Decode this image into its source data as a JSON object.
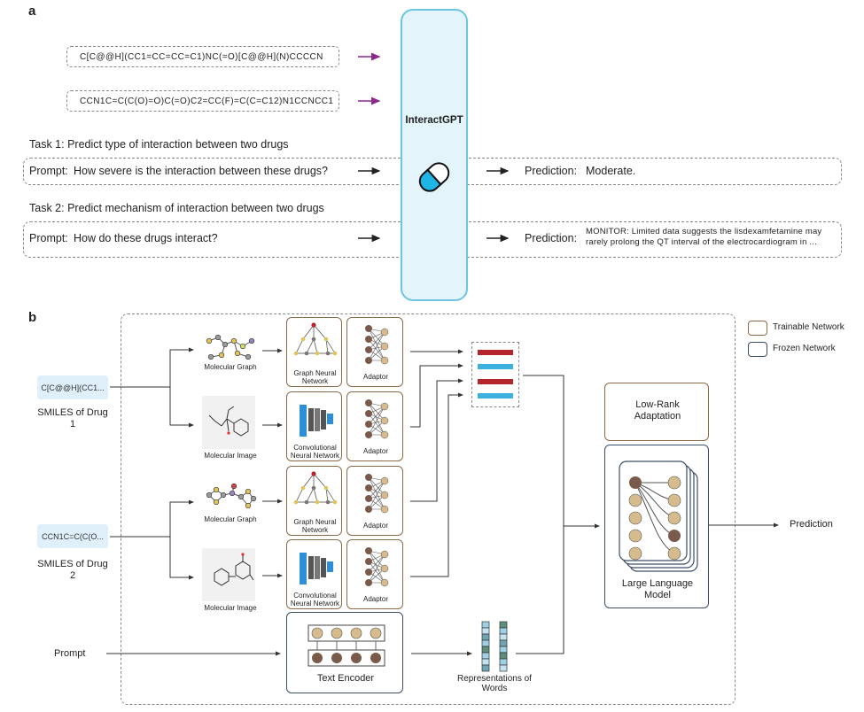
{
  "panel_a": {
    "label": "a",
    "smiles1": "C[C@@H](CC1=CC=CC=C1)NC(=O)[C@@H](N)CCCCN",
    "smiles2": "CCN1C=C(C(O)=O)C(=O)C2=CC(F)=C(C=C12)N1CCNCC1",
    "model_name": "InteractGPT",
    "task1_title": "Task 1: Predict type of interaction between two drugs",
    "task1_prompt_label": "Prompt:",
    "task1_prompt": "How severe is the interaction between these drugs?",
    "task1_pred_label": "Prediction:",
    "task1_pred": "Moderate.",
    "task2_title": "Task 2: Predict mechanism of interaction between two drugs",
    "task2_prompt_label": "Prompt:",
    "task2_prompt": "How do these drugs interact?",
    "task2_pred_label": "Prediction:",
    "task2_pred_line1": "MONITOR: Limited data suggests the lisdexamfetamine may",
    "task2_pred_line2": "rarely prolong the QT interval of the electrocardiogram in ..."
  },
  "panel_b": {
    "label": "b",
    "drug1_smiles": "C[C@@H](CC1...",
    "drug1_label": "SMILES of Drug 1",
    "drug2_smiles": "CCN1C=C(C(O...",
    "drug2_label": "SMILES of Drug 2",
    "prompt_label": "Prompt",
    "mol_graph_label": "Molecular Graph",
    "mol_image_label": "Molecular Image",
    "gnn_label": "Graph Neural Network",
    "cnn_label": "Convolutional Neural Network",
    "adaptor_label": "Adaptor",
    "text_encoder_label": "Text Encoder",
    "repr_label": "Representations of Words",
    "lora_label": "Low-Rank Adaptation",
    "llm_label": "Large Language Model",
    "prediction_label": "Prediction",
    "legend_trainable": "Trainable Network",
    "legend_frozen": "Frozen Network"
  },
  "colors": {
    "arrow_purple": "#8b2a8a",
    "capsule_blue": "#1fb5e6",
    "box_trainable": "#8b6a45",
    "box_frozen": "#3d4d66",
    "bar_red": "#b5252b",
    "bar_blue": "#3cb1e0",
    "gpt_fill": "#e3f4fa",
    "gpt_border": "#6cc5e2"
  }
}
